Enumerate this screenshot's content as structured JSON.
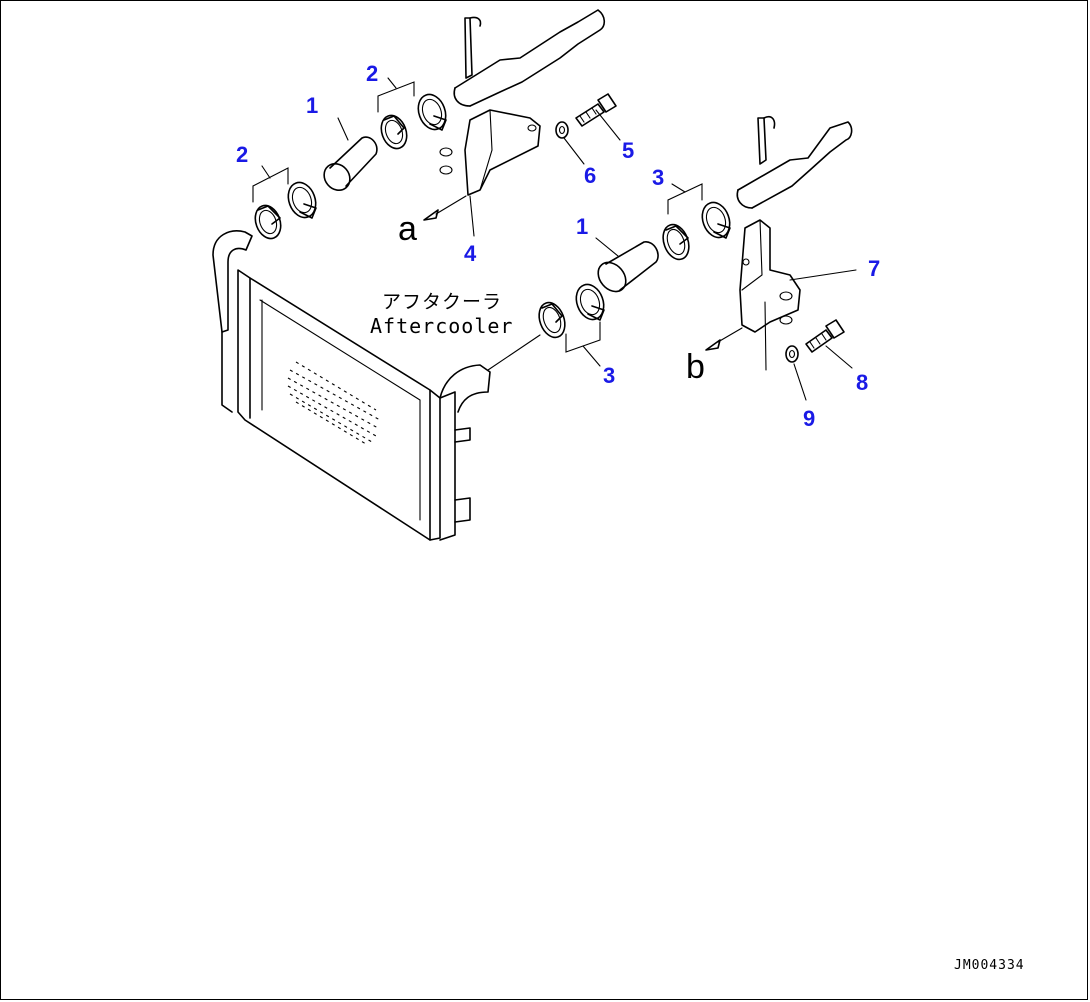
{
  "labels": {
    "aftercooler_jp": "アフタクーラ",
    "aftercooler_en": "Aftercooler",
    "view_a": "a",
    "view_b": "b",
    "drawing_id": "JM004334"
  },
  "callouts": [
    {
      "id": "c1a",
      "text": "1"
    },
    {
      "id": "c2a",
      "text": "2"
    },
    {
      "id": "c2b",
      "text": "2"
    },
    {
      "id": "c4",
      "text": "4"
    },
    {
      "id": "c5",
      "text": "5"
    },
    {
      "id": "c6",
      "text": "6"
    },
    {
      "id": "c3a",
      "text": "3"
    },
    {
      "id": "c1b",
      "text": "1"
    },
    {
      "id": "c3b",
      "text": "3"
    },
    {
      "id": "c7",
      "text": "7"
    },
    {
      "id": "c8",
      "text": "8"
    },
    {
      "id": "c9",
      "text": "9"
    }
  ],
  "colors": {
    "callout": "#1a1ae6",
    "line": "#000000"
  }
}
